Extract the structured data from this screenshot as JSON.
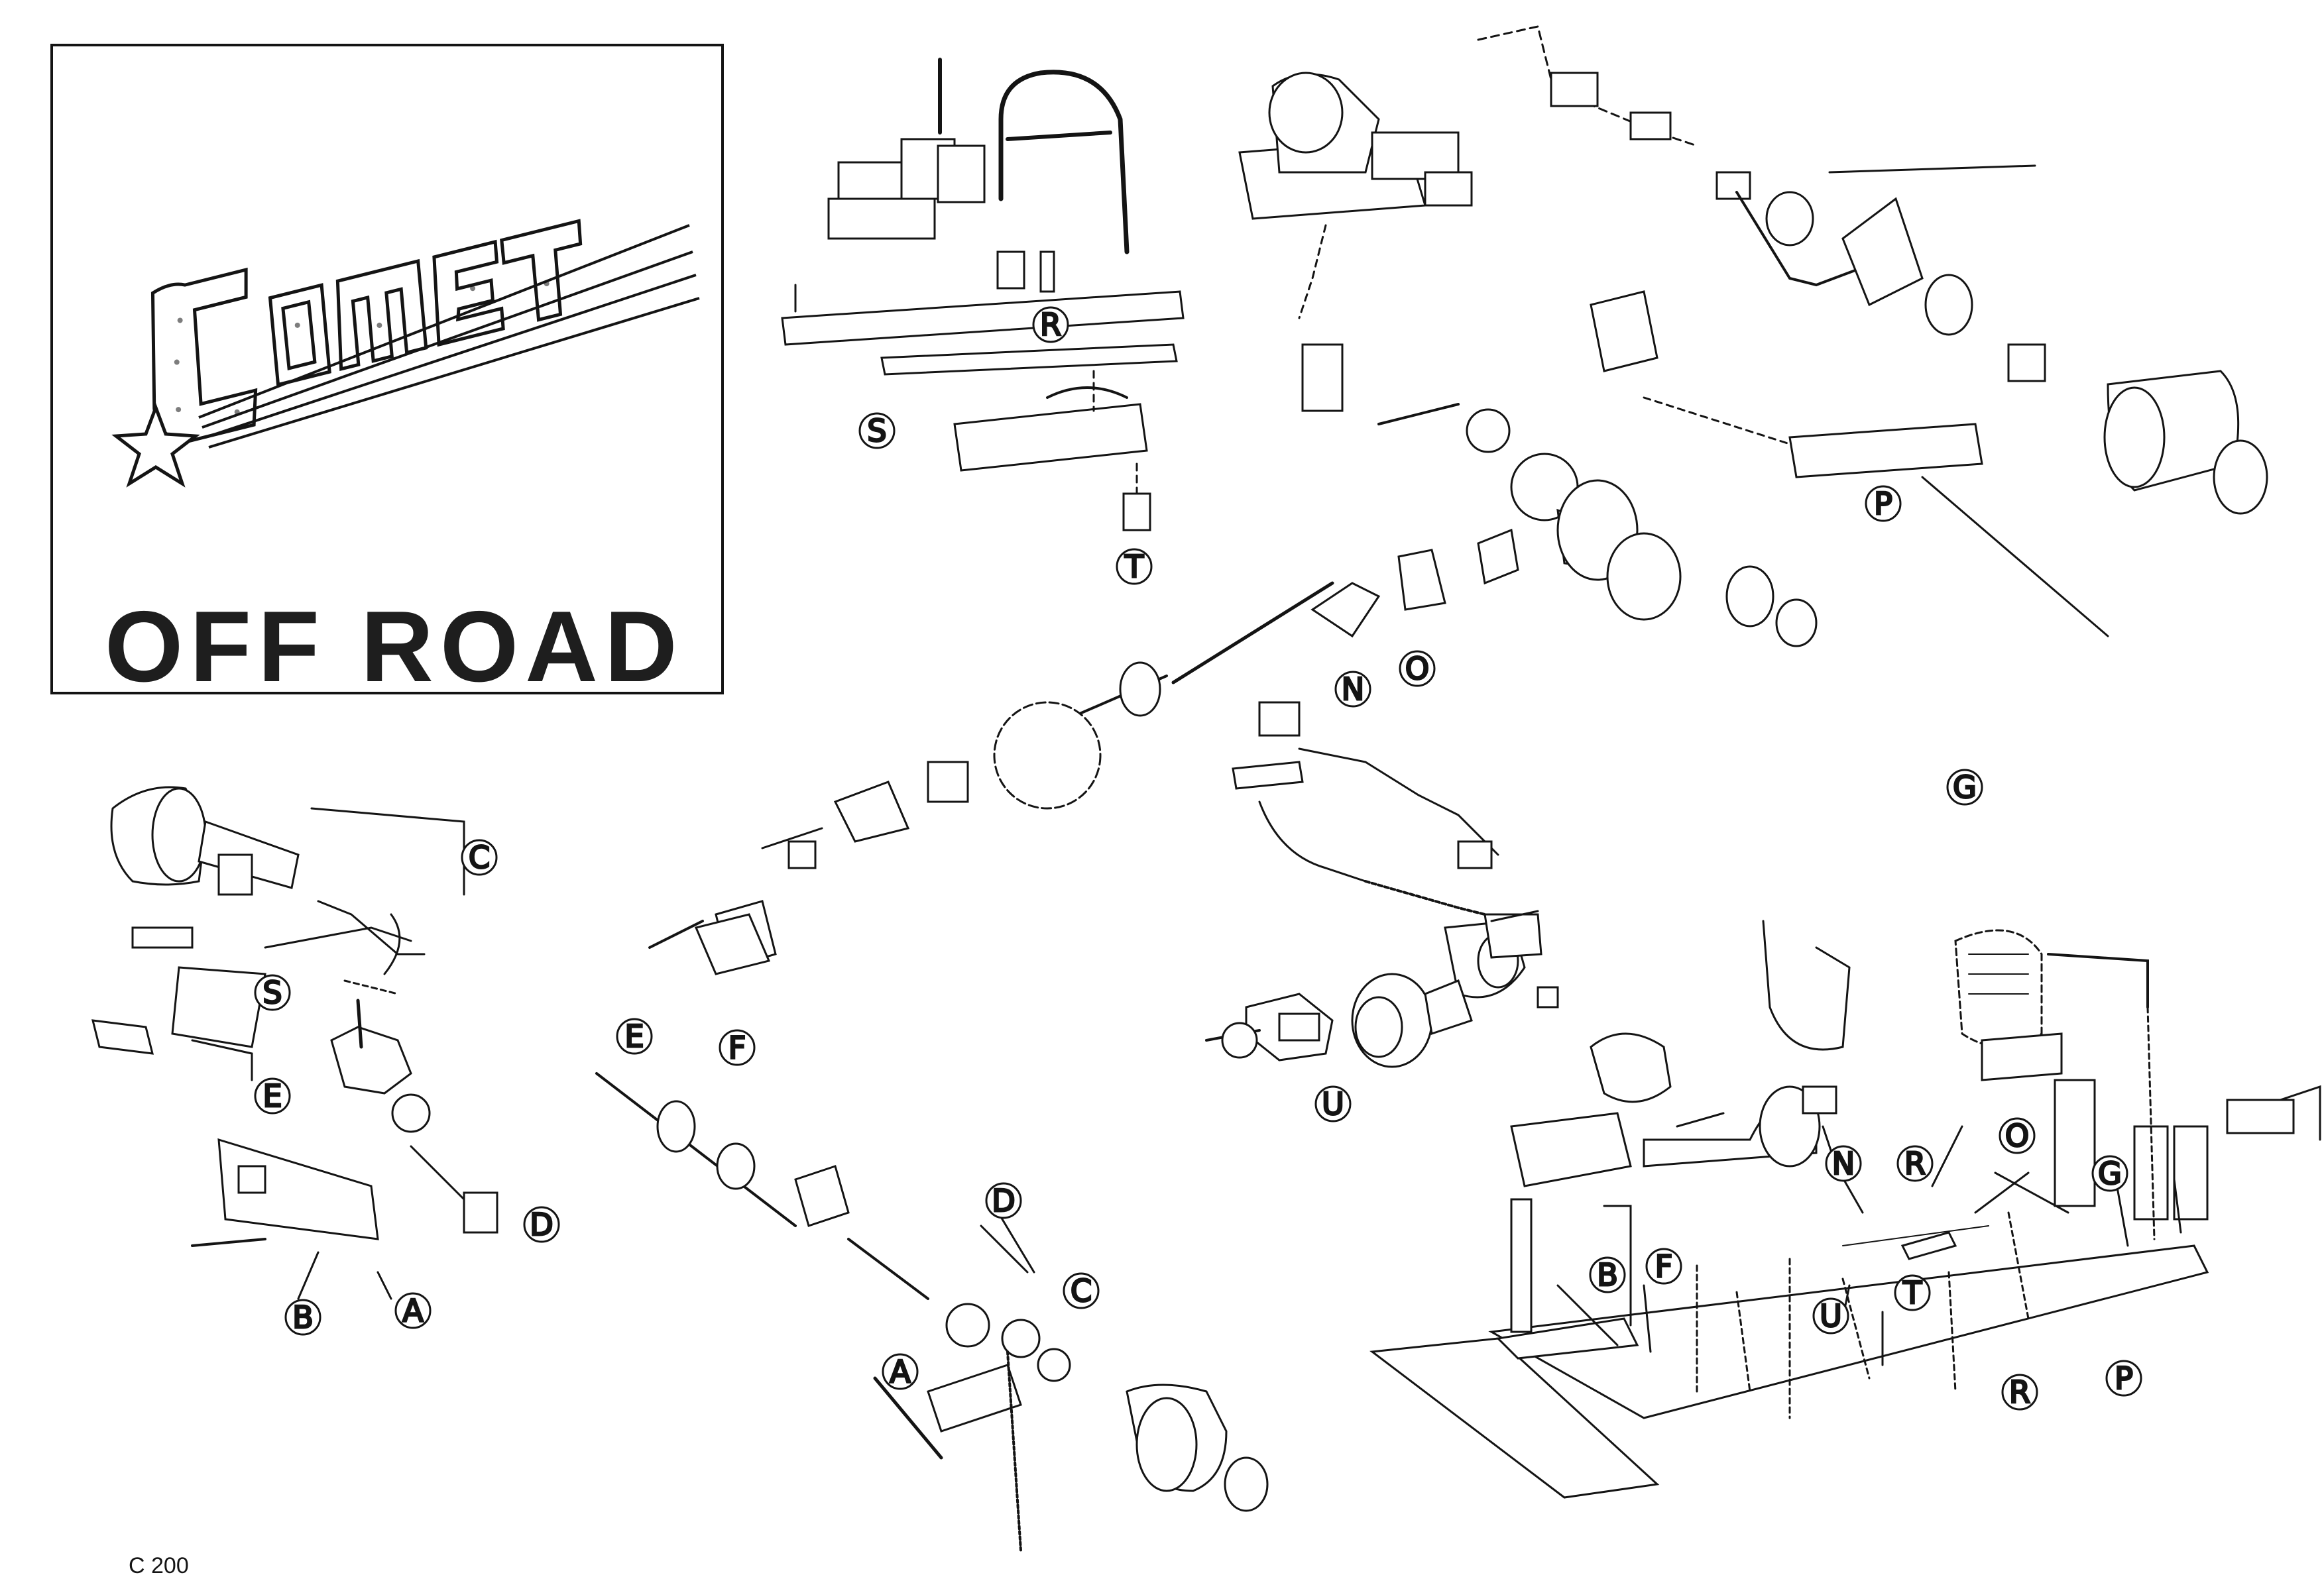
{
  "logo": {
    "text": "COMET"
  },
  "subtitle": "OFF ROAD",
  "code": "C 200",
  "callouts": [
    {
      "id": "R",
      "label": "R"
    },
    {
      "id": "S",
      "label": "S"
    },
    {
      "id": "T",
      "label": "T"
    },
    {
      "id": "P",
      "label": "P"
    },
    {
      "id": "N",
      "label": "N"
    },
    {
      "id": "O",
      "label": "O"
    },
    {
      "id": "G",
      "label": "G"
    },
    {
      "id": "C",
      "label": "C"
    },
    {
      "id": "S",
      "label": "S"
    },
    {
      "id": "E",
      "label": "E"
    },
    {
      "id": "E",
      "label": "E"
    },
    {
      "id": "F",
      "label": "F"
    },
    {
      "id": "D",
      "label": "D"
    },
    {
      "id": "B",
      "label": "B"
    },
    {
      "id": "A",
      "label": "A"
    },
    {
      "id": "D",
      "label": "D"
    },
    {
      "id": "C",
      "label": "C"
    },
    {
      "id": "A",
      "label": "A"
    },
    {
      "id": "U",
      "label": "U"
    },
    {
      "id": "N",
      "label": "N"
    },
    {
      "id": "R",
      "label": "R"
    },
    {
      "id": "O",
      "label": "O"
    },
    {
      "id": "G",
      "label": "G"
    },
    {
      "id": "B",
      "label": "B"
    },
    {
      "id": "F",
      "label": "F"
    },
    {
      "id": "U",
      "label": "U"
    },
    {
      "id": "T",
      "label": "T"
    },
    {
      "id": "R",
      "label": "R"
    },
    {
      "id": "P",
      "label": "P"
    }
  ],
  "colors": {
    "ink": "#141414",
    "paper": "#ffffff"
  }
}
